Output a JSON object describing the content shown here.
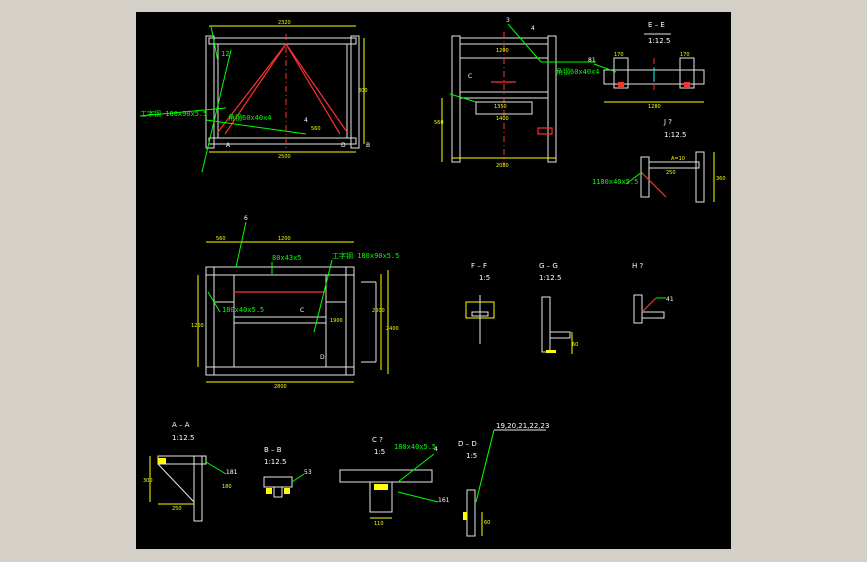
{
  "drawing": {
    "background": "#000000",
    "frame_color": "#d4d0c8",
    "colors": {
      "line": "#e6e6e6",
      "dims": "#ffff00",
      "leaders": "#00ff00",
      "section": "#ff3030"
    }
  },
  "top_left_view": {
    "dim_top": "2320",
    "dim_bottom": "2500",
    "dim_right": "300",
    "dim_small": "560",
    "label_b": "B",
    "label_d": "D",
    "label_a": "A",
    "label_4": "4",
    "label_dim12": "12",
    "leader_1": "工字钢 180x90x5.5",
    "leader_2": "角钢60x40x4"
  },
  "top_right_view": {
    "label_3": "3",
    "label_4": "4",
    "dim_1": "1200",
    "dim_2": "1350",
    "dim_3": "1400",
    "dim_width": "2080",
    "dim_left": "560",
    "leader_1": "角钢60x40x4",
    "label_c": "C"
  },
  "section_ee": {
    "title": "E – E",
    "scale": "1:12.5",
    "dim_1": "170",
    "dim_2": "170",
    "dim_3": "1280",
    "label_81": "81"
  },
  "section_j": {
    "title": "J ?",
    "scale": "1:12.5",
    "leader": "1180x40x5.5",
    "dim_1": "360",
    "dim_2": "250",
    "label": "A=10"
  },
  "middle_view": {
    "label_6": "6",
    "dim_top_left": "560",
    "dim_top": "1200",
    "dim_bottom": "2800",
    "dim_right_1": "2000",
    "dim_right_2": "2400",
    "dim_left": "1200",
    "dim_mid": "1900",
    "leader_1": "80x43x5",
    "leader_2": "工字钢 180x90x5.5",
    "leader_3": "180x40x5.5",
    "label_c": "C",
    "label_d": "D"
  },
  "section_ff": {
    "title": "F – F",
    "scale": "1:5"
  },
  "section_gg": {
    "title": "G – G",
    "scale": "1:12.5",
    "dim": "60"
  },
  "section_h": {
    "title": "H ?",
    "label": "41"
  },
  "section_aa": {
    "title": "A – A",
    "scale": "1:12.5",
    "dim_1": "300",
    "dim_2": "250",
    "dim_3": "180",
    "label": "181"
  },
  "section_bb": {
    "title": "B – B",
    "scale": "1:12.5",
    "label": "53"
  },
  "section_c": {
    "title": "C ?",
    "scale": "1:5",
    "leader": "180x40x5.5",
    "label_4": "4",
    "dim": "110",
    "label": "161"
  },
  "section_dd": {
    "title": "D – D",
    "scale": "1:5",
    "parts": "19,20,21,22,23",
    "dim": "60"
  }
}
